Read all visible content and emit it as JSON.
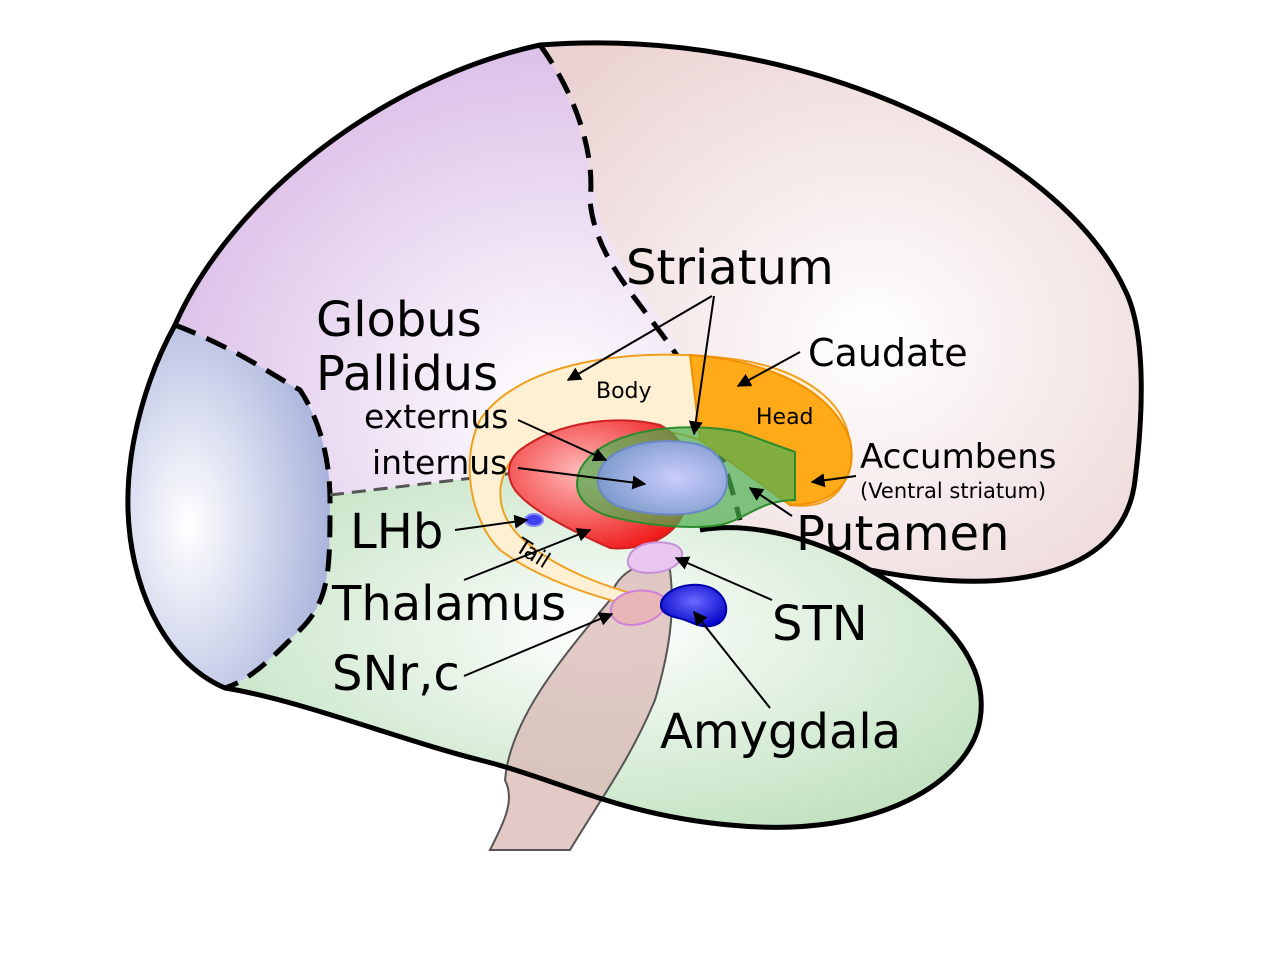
{
  "labels": {
    "striatum": "Striatum",
    "globus": "Globus",
    "pallidus": "Pallidus",
    "caudate": "Caudate",
    "body": "Body",
    "head": "Head",
    "externus": "externus",
    "internus": "internus",
    "accumbens": "Accumbens",
    "ventral_striatum": "(Ventral striatum)",
    "lhb": "LHb",
    "tail": "Tail",
    "putamen": "Putamen",
    "thalamus": "Thalamus",
    "stn": "STN",
    "snrc": "SNr,c",
    "amygdala": "Amygdala"
  },
  "colors": {
    "frontal_lobe": "#ecd0d0",
    "parietal_lobe": "#dcc0e8",
    "occipital_lobe": "#aab4dc",
    "temporal_lobe": "#c8e6c8",
    "brainstem": "#d8b4b0",
    "caudate": "#ffaa11",
    "caudate_body": "#ffe4b0",
    "putamen": "#4caf50",
    "globus_pallidus_externus": "#ee1111",
    "globus_pallidus_internus": "#8aa0d8",
    "stn": "#e6bff0",
    "amygdala": "#1010dd",
    "lhb": "#4040ee"
  }
}
